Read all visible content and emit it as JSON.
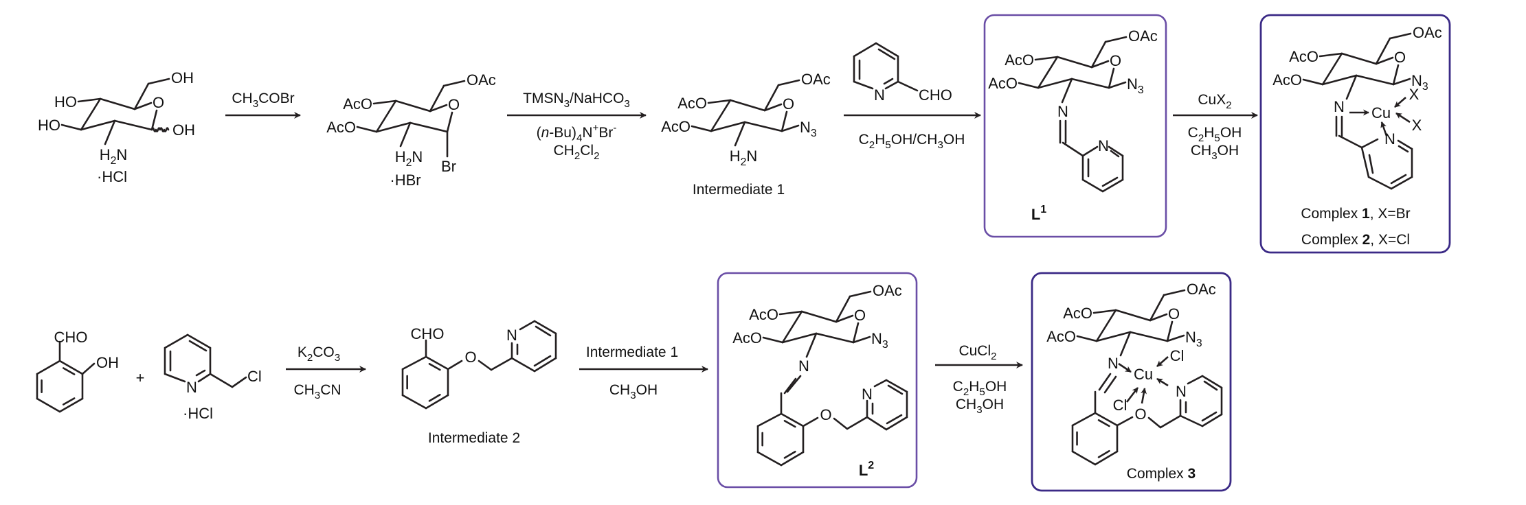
{
  "scheme": {
    "colors": {
      "ink": "#231f20",
      "ligand_box": "#6a4ea6",
      "complex_box": "#3b2a86"
    },
    "row1": {
      "start_material": {
        "substituents": {
          "c6": "OH",
          "c4": "HO",
          "c3": "HO",
          "c2": "H2N",
          "c1": "OH",
          "ring_o": "O"
        },
        "salt": "·HCl"
      },
      "step1": {
        "above": "CH3COBr",
        "below": []
      },
      "bromide": {
        "substituents": {
          "c6": "OAc",
          "c4": "AcO",
          "c3": "AcO",
          "c2": "H2N",
          "c1": "Br",
          "ring_o": "O"
        },
        "salt": "·HBr"
      },
      "step2": {
        "above": "TMSN3/NaHCO3",
        "below": [
          "(n-Bu)4N+Br-",
          "CH2Cl2"
        ]
      },
      "intermediate1": {
        "substituents": {
          "c6": "OAc",
          "c4": "AcO",
          "c3": "AcO",
          "c2": "H2N",
          "c1": "N3",
          "ring_o": "O"
        },
        "label": "Intermediate 1"
      },
      "step3": {
        "reagent_structure": {
          "n": "N",
          "cho": "CHO"
        },
        "below": [
          "C2H5OH/CH3OH"
        ]
      },
      "ligand1": {
        "substituents": {
          "c6": "OAc",
          "c4": "AcO",
          "c3": "AcO",
          "imine_n": "N",
          "c1": "N3",
          "ring_o": "O",
          "py_n": "N"
        },
        "label": "L",
        "label_sup": "1"
      },
      "step4": {
        "above": "CuX2",
        "below": [
          "C2H5OH",
          "CH3OH"
        ]
      },
      "complex12": {
        "substituents": {
          "c6": "OAc",
          "c4": "AcO",
          "c3": "AcO",
          "imine_n": "N",
          "c1": "N3",
          "ring_o": "O",
          "py_n": "N",
          "metal": "Cu",
          "x1": "X",
          "x2": "X"
        },
        "labels": [
          {
            "prefix": "Complex ",
            "num": "1",
            "suffix": ",  X=Br"
          },
          {
            "prefix": "Complex ",
            "num": "2",
            "suffix": ",  X=Cl"
          }
        ]
      }
    },
    "row2": {
      "salicylaldehyde": {
        "cho": "CHO",
        "oh": "OH"
      },
      "plus": "+",
      "picolyl_chloride": {
        "n": "N",
        "cl": "Cl",
        "salt": "·HCl"
      },
      "step5": {
        "above": "K2CO3",
        "below": [
          "CH3CN"
        ]
      },
      "intermediate2": {
        "cho": "CHO",
        "o": "O",
        "n": "N",
        "label": "Intermediate 2"
      },
      "step6": {
        "above": "Intermediate 1",
        "below": [
          "CH3OH"
        ]
      },
      "ligand2": {
        "substituents": {
          "c6": "OAc",
          "c4": "AcO",
          "c3": "AcO",
          "imine_n": "N",
          "c1": "N3",
          "ring_o": "O",
          "ether_o": "O",
          "py_n": "N"
        },
        "label": "L",
        "label_sup": "2"
      },
      "step7": {
        "above": "CuCl2",
        "below": [
          "C2H5OH",
          "CH3OH"
        ]
      },
      "complex3": {
        "substituents": {
          "c6": "OAc",
          "c4": "AcO",
          "c3": "AcO",
          "imine_n": "N",
          "c1": "N3",
          "ring_o": "O",
          "ether_o": "O",
          "py_n": "N",
          "metal": "Cu",
          "cl1": "Cl",
          "cl2": "Cl"
        },
        "label_prefix": "Complex ",
        "label_num": "3"
      }
    }
  }
}
